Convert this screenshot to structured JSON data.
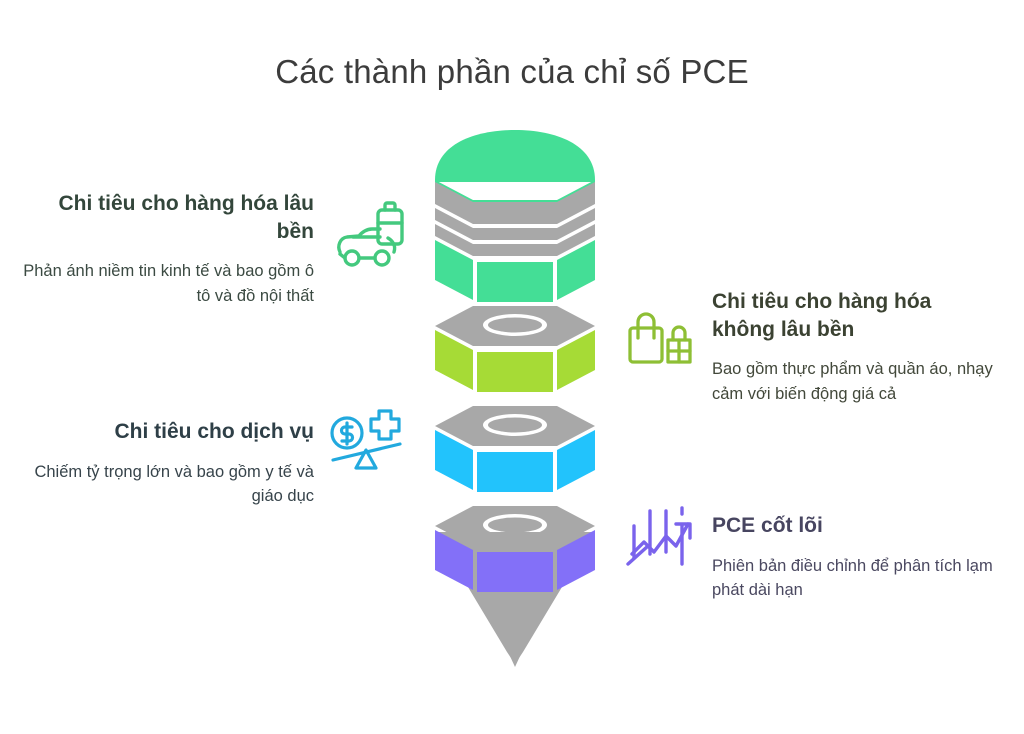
{
  "title": "Các thành phần của chỉ số PCE",
  "colors": {
    "green": "#44DE96",
    "lime": "#A6DB36",
    "cyan": "#22C3FC",
    "purple": "#8370F8",
    "gray": "#A8A8A8",
    "title_text": "#3C3C3C"
  },
  "blocks": {
    "durable": {
      "heading": "Chi tiêu cho hàng hóa lâu bền",
      "body": "Phản ánh niềm tin kinh tế và bao gồm ô tô và đồ nội thất",
      "icon": "car-appliance-icon",
      "color": "#44DE96"
    },
    "nondurable": {
      "heading": "Chi tiêu cho hàng hóa không lâu bền",
      "body": "Bao gồm thực phẩm và quần áo, nhạy cảm với biến động giá cả",
      "icon": "shopping-bags-icon",
      "color": "#A6DB36"
    },
    "services": {
      "heading": "Chi tiêu cho dịch vụ",
      "body": "Chiếm tỷ trọng lớn và bao gồm y tế và giáo dục",
      "icon": "scale-dollar-health-icon",
      "color": "#22C3FC"
    },
    "core": {
      "heading": "PCE cốt lõi",
      "body": "Phiên bản điều chỉnh để phân tích lạm phát dài hạn",
      "icon": "rising-chart-icon",
      "color": "#8370F8"
    }
  },
  "funnel": {
    "name": "stacked-funnel-diagram",
    "segments": [
      {
        "name": "durable-segment",
        "color": "#44DE96"
      },
      {
        "name": "nondurable-segment",
        "color": "#A6DB36"
      },
      {
        "name": "services-segment",
        "color": "#22C3FC"
      },
      {
        "name": "core-segment",
        "color": "#8370F8"
      }
    ],
    "cone": {
      "name": "funnel-cone",
      "color": "#A8A8A8"
    }
  }
}
